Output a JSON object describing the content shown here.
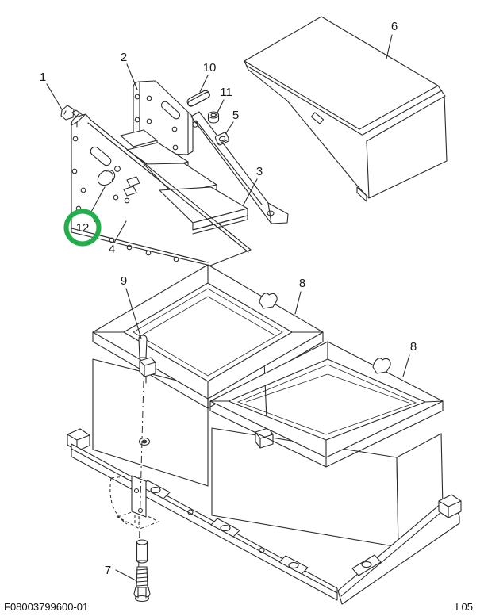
{
  "page": {
    "type": "parts-diagram",
    "background": "#ffffff"
  },
  "colors": {
    "line": "#2a2a2a",
    "highlight": "#21AE4B",
    "text": "#1a1a1a"
  },
  "callouts": {
    "c1": "1",
    "c2": "2",
    "c3": "3",
    "c4": "4",
    "c5": "5",
    "c6": "6",
    "c7": "7",
    "c8a": "8",
    "c8b": "8",
    "c9": "9",
    "c10": "10",
    "c11": "11",
    "c12": "12"
  },
  "highlighted_callout": "12",
  "footer": {
    "part_number": "F08003799600-01",
    "page_code": "L05"
  }
}
